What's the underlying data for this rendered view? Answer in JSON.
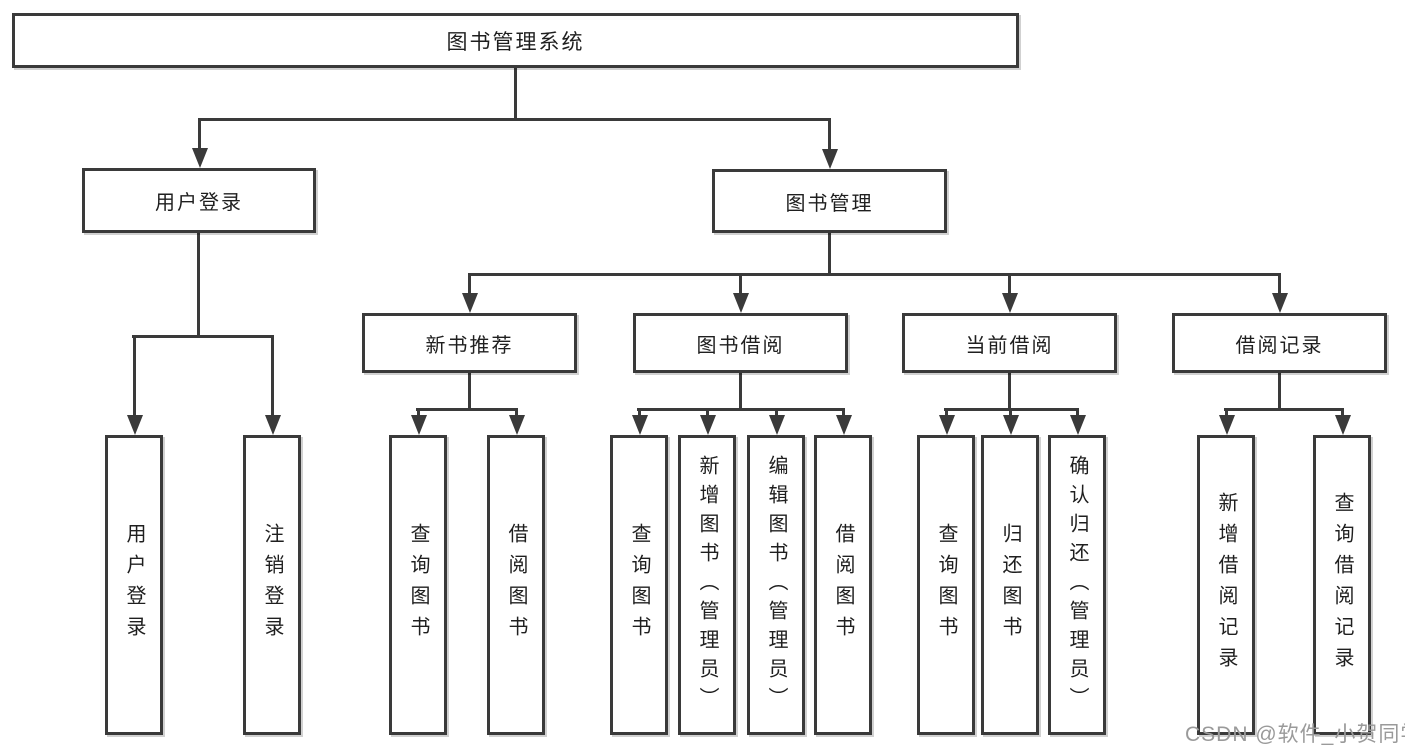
{
  "diagram_type": "tree",
  "colors": {
    "line": "#3a3a3a",
    "text": "#1f1f1f",
    "background": "#ffffff",
    "watermark": "#9a9a9a"
  },
  "tree": {
    "root": {
      "label": "图书管理系统",
      "children": [
        {
          "label": "用户登录",
          "children": [
            {
              "label": "用户登录"
            },
            {
              "label": "注销登录"
            }
          ]
        },
        {
          "label": "图书管理",
          "children": [
            {
              "label": "新书推荐",
              "children": [
                {
                  "label": "查询图书"
                },
                {
                  "label": "借阅图书"
                }
              ]
            },
            {
              "label": "图书借阅",
              "children": [
                {
                  "label": "查询图书"
                },
                {
                  "label": "新增图书（管理员）"
                },
                {
                  "label": "编辑图书（管理员）"
                },
                {
                  "label": "借阅图书"
                }
              ]
            },
            {
              "label": "当前借阅",
              "children": [
                {
                  "label": "查询图书"
                },
                {
                  "label": "归还图书"
                },
                {
                  "label": "确认归还（管理员）"
                }
              ]
            },
            {
              "label": "借阅记录",
              "children": [
                {
                  "label": "新增借阅记录"
                },
                {
                  "label": "查询借阅记录"
                }
              ]
            }
          ]
        }
      ]
    }
  },
  "watermark": {
    "text": "CSDN @软件_小贺同学"
  }
}
